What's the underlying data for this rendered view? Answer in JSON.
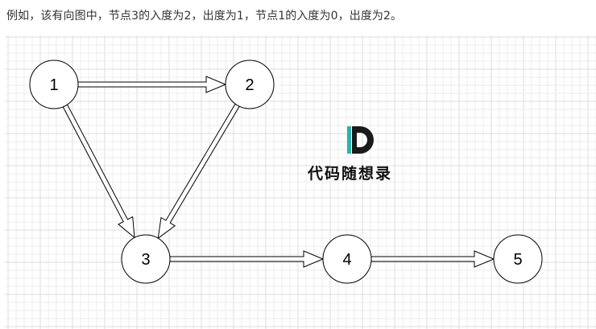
{
  "caption": "例如，该有向图中，节点3的入度为2，出度为1，节点1的入度为0，出度为2。",
  "nodes": [
    {
      "id": "1",
      "label": "1"
    },
    {
      "id": "2",
      "label": "2"
    },
    {
      "id": "3",
      "label": "3"
    },
    {
      "id": "4",
      "label": "4"
    },
    {
      "id": "5",
      "label": "5"
    }
  ],
  "edges": [
    {
      "from": "1",
      "to": "2"
    },
    {
      "from": "1",
      "to": "3"
    },
    {
      "from": "2",
      "to": "3"
    },
    {
      "from": "3",
      "to": "4"
    },
    {
      "from": "4",
      "to": "5"
    }
  ],
  "watermark": {
    "logo_letter": "D",
    "text": "代码随想录",
    "accent_color": "#2bb3b1",
    "dark_color": "#1a1a1a"
  },
  "colors": {
    "grid_minor": "#ececec",
    "grid_major": "#dcdcdc",
    "node_stroke": "#000000",
    "node_fill": "#ffffff",
    "arrow_stroke": "#000000",
    "caption_text": "#333333"
  }
}
